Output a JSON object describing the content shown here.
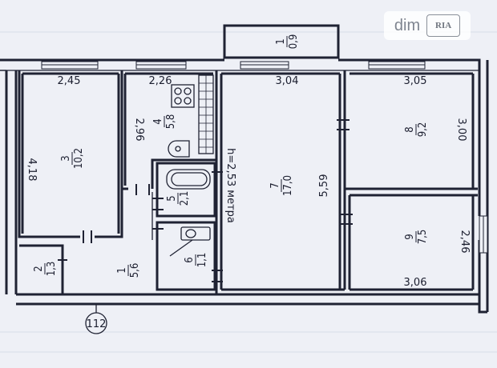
{
  "watermark": {
    "text": "dim",
    "seal": "RIA"
  },
  "rooms": [
    {
      "id": "1",
      "area": "0,9"
    },
    {
      "id": "3",
      "area": "10,2"
    },
    {
      "id": "4",
      "area": "5,8"
    },
    {
      "id": "7",
      "area": "17,0"
    },
    {
      "id": "8",
      "area": "9,2"
    },
    {
      "id": "5",
      "area": "2,1"
    },
    {
      "id": "6",
      "area": "1,1"
    },
    {
      "id": "9",
      "area": "7,5"
    },
    {
      "id": "2",
      "area": "1,3"
    },
    {
      "id": "1",
      "area": "5,6"
    }
  ],
  "dimensions": [
    "2,45",
    "2,26",
    "3,04",
    "3,05",
    "2,96",
    "4,18",
    "5,59",
    "3,00",
    "2,46",
    "3,06"
  ],
  "ceiling_height": "h=2,53 метра",
  "axis_marker": "112"
}
